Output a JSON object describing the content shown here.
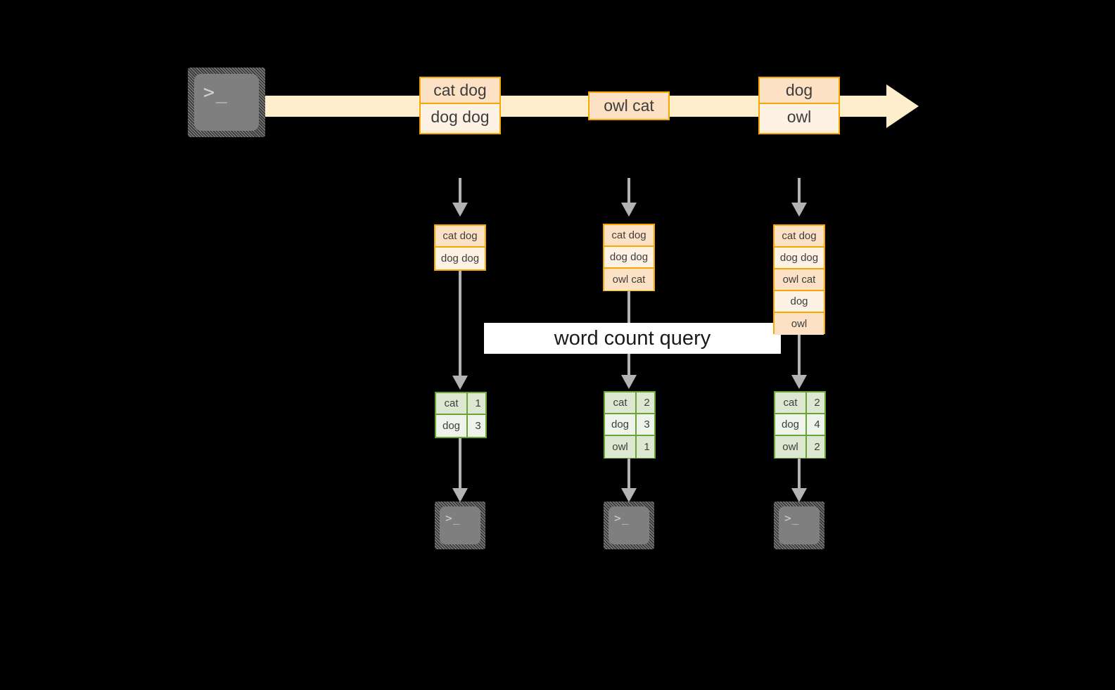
{
  "diagram": {
    "title_label": "word count query",
    "colors": {
      "background": "#000000",
      "stream_fill": "#ffeecc",
      "record_border": "#f5a800",
      "record_shade_dark": "#fce1c4",
      "record_shade_light": "#fdf2e4",
      "result_border": "#6aa436",
      "result_shade_dark": "#dde8d2",
      "result_shade_light": "#eff4ea",
      "arrow_gray": "#b3b3b3",
      "terminal_fill": "#7f7f7f",
      "label_band": "#ffffff"
    },
    "source": {
      "icon": "terminal-icon",
      "prompt_glyph": ">_"
    },
    "stream": {
      "records": [
        {
          "id": "r1",
          "lines": [
            "cat dog",
            "dog dog"
          ]
        },
        {
          "id": "r2",
          "lines": [
            "owl cat"
          ]
        },
        {
          "id": "r3",
          "lines": [
            "dog",
            "owl"
          ]
        }
      ]
    },
    "columns": [
      {
        "id": "c1",
        "accumulated": [
          "cat dog",
          "dog dog"
        ],
        "result": {
          "rows": [
            {
              "word": "cat",
              "count": "1"
            },
            {
              "word": "dog",
              "count": "3"
            }
          ]
        },
        "sink": {
          "icon": "terminal-icon",
          "prompt_glyph": ">_"
        }
      },
      {
        "id": "c2",
        "accumulated": [
          "cat dog",
          "dog dog",
          "owl cat"
        ],
        "result": {
          "rows": [
            {
              "word": "cat",
              "count": "2"
            },
            {
              "word": "dog",
              "count": "3"
            },
            {
              "word": "owl",
              "count": "1"
            }
          ]
        },
        "sink": {
          "icon": "terminal-icon",
          "prompt_glyph": ">_"
        }
      },
      {
        "id": "c3",
        "accumulated": [
          "cat dog",
          "dog dog",
          "owl cat",
          "dog",
          "owl"
        ],
        "result": {
          "rows": [
            {
              "word": "cat",
              "count": "2"
            },
            {
              "word": "dog",
              "count": "4"
            },
            {
              "word": "owl",
              "count": "2"
            }
          ]
        },
        "sink": {
          "icon": "terminal-icon",
          "prompt_glyph": ">_"
        }
      }
    ]
  }
}
